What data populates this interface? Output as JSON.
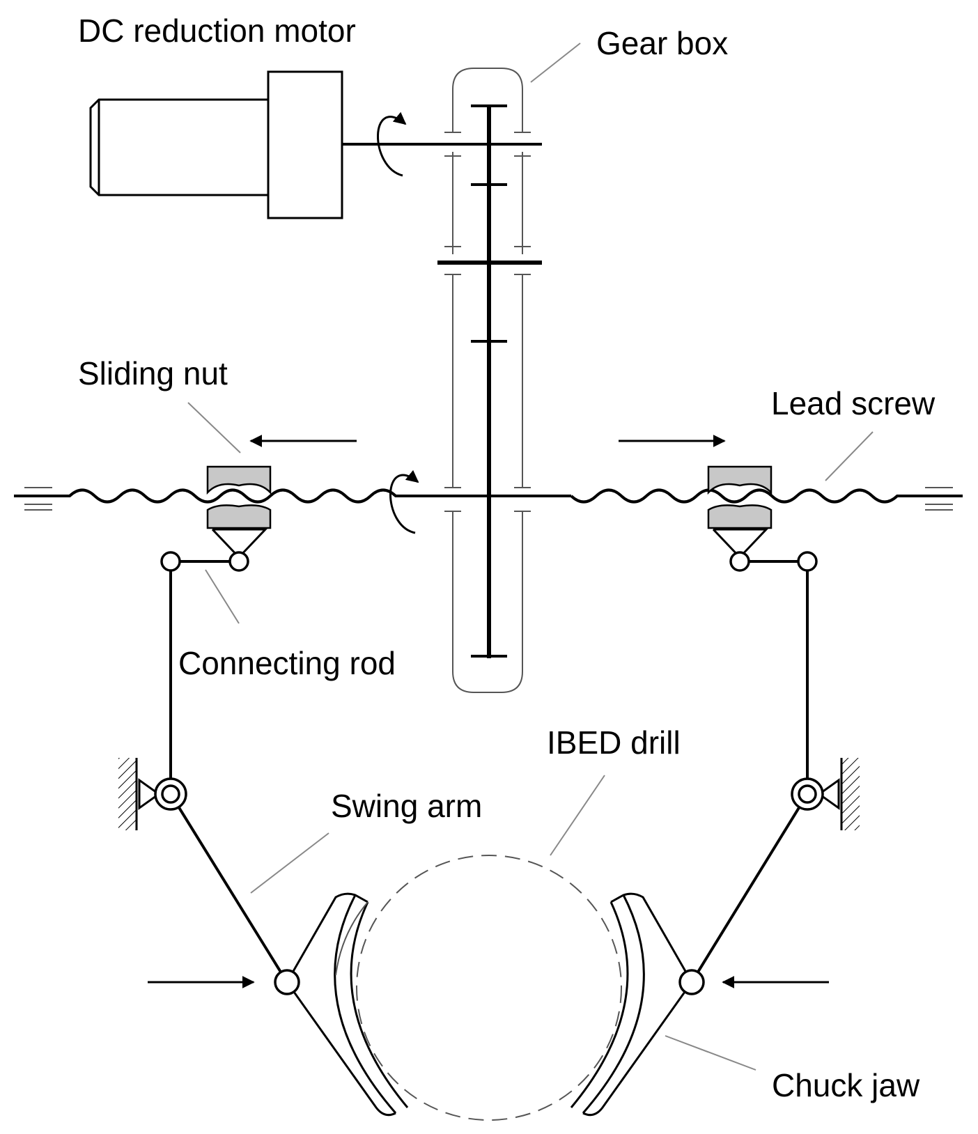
{
  "diagram": {
    "labels": {
      "motor": "DC reduction motor",
      "gearbox": "Gear box",
      "sliding_nut": "Sliding nut",
      "lead_screw": "Lead screw",
      "connecting_rod": "Connecting rod",
      "ibed_drill": "IBED drill",
      "swing_arm": "Swing arm",
      "chuck_jaw": "Chuck jaw"
    }
  }
}
